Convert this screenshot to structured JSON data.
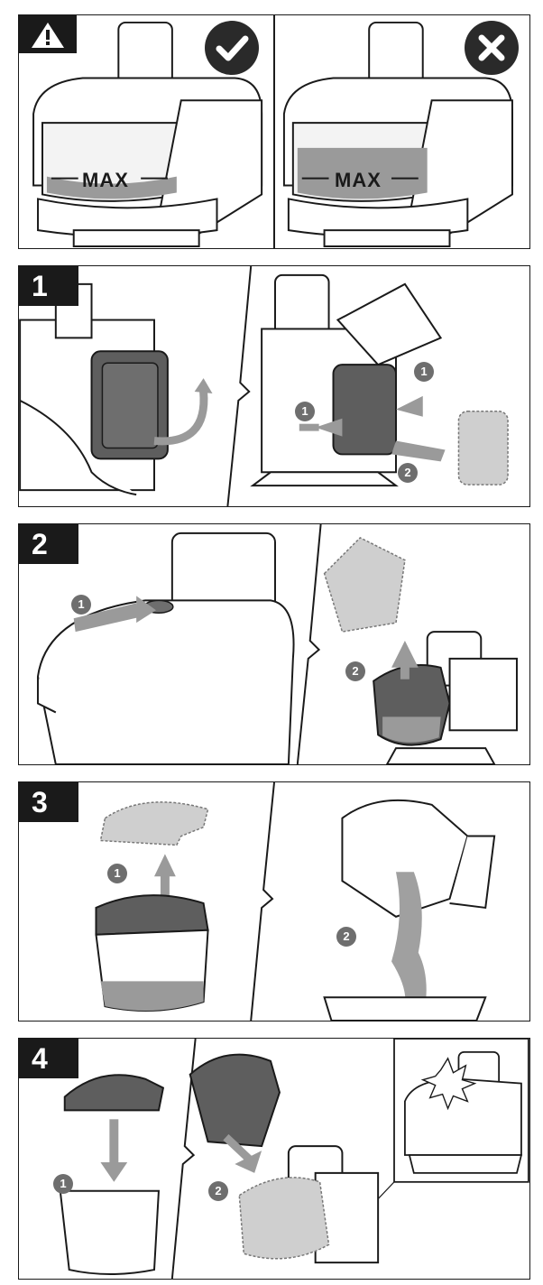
{
  "panels": {
    "warning": {
      "max_left": "MAX",
      "max_right": "MAX"
    },
    "step1": {
      "number": "1",
      "callouts": [
        "1",
        "1",
        "2"
      ]
    },
    "step2": {
      "number": "2",
      "callouts": [
        "1",
        "2"
      ]
    },
    "step3": {
      "number": "3",
      "callouts": [
        "1",
        "2"
      ]
    },
    "step4": {
      "number": "4",
      "callouts": [
        "1",
        "2"
      ]
    }
  },
  "icons": {
    "warning": "warning-triangle-icon",
    "correct": "checkmark-icon",
    "incorrect": "cross-icon"
  },
  "colors": {
    "ink": "#1a1a1a",
    "dark_part": "#5e5e5e",
    "light_part": "#c8c8c8",
    "callout": "#6e6e6e"
  }
}
